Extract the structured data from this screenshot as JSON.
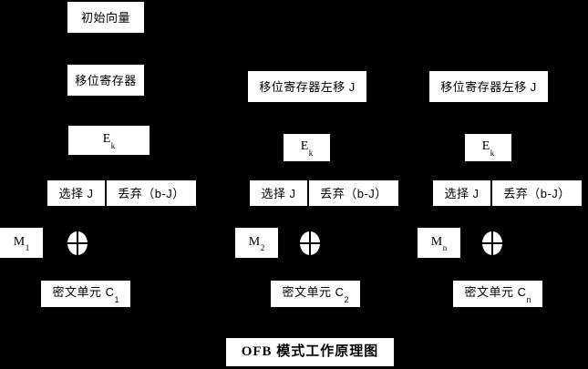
{
  "diagram": {
    "background_color": "#000000",
    "box_color": "#ffffff",
    "text_color": "#000000",
    "title": "OFB 模式工作原理图",
    "iv_label": "初始向量",
    "columns": [
      {
        "register_label": "移位寄存器",
        "encrypt_label_main": "E",
        "encrypt_label_sub": "k",
        "select_label": "选择 J",
        "discard_label": "丢弃（b-J）",
        "plaintext_main": "M",
        "plaintext_sub": "1",
        "xor_symbol": "xor-circle",
        "ciphertext_main": "密文单元 C",
        "ciphertext_sub": "1"
      },
      {
        "register_label": "移位寄存器左移 J",
        "encrypt_label_main": "E",
        "encrypt_label_sub": "k",
        "select_label": "选择 J",
        "discard_label": "丢弃（b-J）",
        "plaintext_main": "M",
        "plaintext_sub": "2",
        "xor_symbol": "xor-circle",
        "ciphertext_main": "密文单元 C",
        "ciphertext_sub": "2"
      },
      {
        "register_label": "移位寄存器左移 J",
        "encrypt_label_main": "E",
        "encrypt_label_sub": "k",
        "select_label": "选择 J",
        "discard_label": "丢弃（b-J）",
        "plaintext_main": "M",
        "plaintext_sub": "n",
        "xor_symbol": "xor-circle",
        "ciphertext_main": "密文单元 C",
        "ciphertext_sub": "n"
      }
    ]
  }
}
